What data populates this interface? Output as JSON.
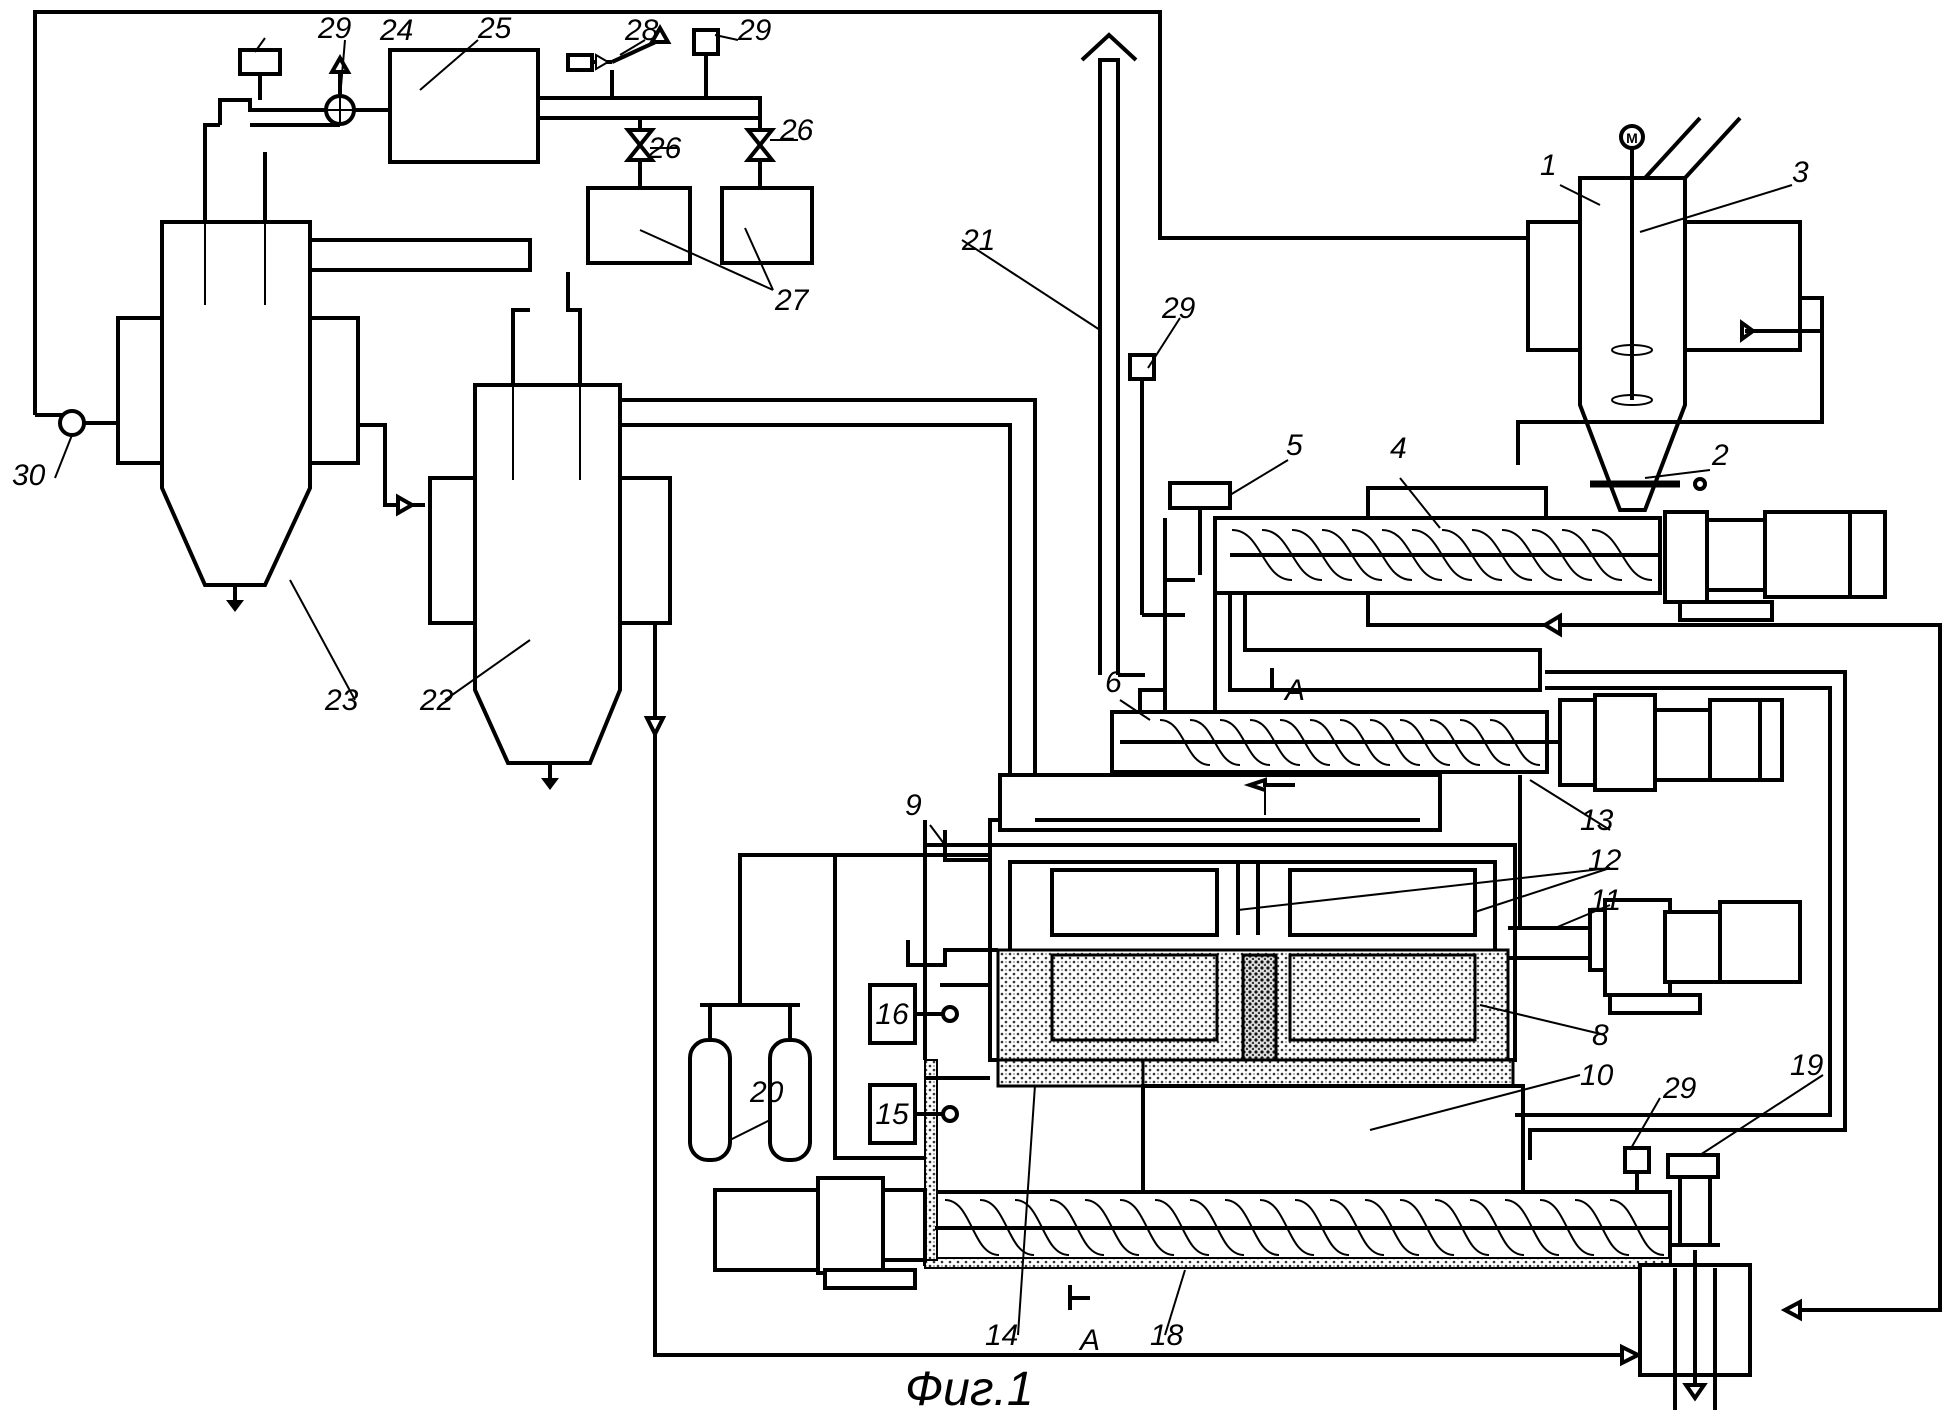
{
  "figure": {
    "caption": "Фиг.1",
    "labels": [
      "1",
      "2",
      "3",
      "4",
      "5",
      "6",
      "8",
      "9",
      "10",
      "11",
      "12",
      "13",
      "14",
      "15",
      "16",
      "18",
      "19",
      "20",
      "21",
      "22",
      "23",
      "24",
      "25",
      "26",
      "26",
      "27",
      "28",
      "29",
      "29",
      "29",
      "29",
      "30",
      "А",
      "А",
      "М"
    ]
  },
  "callouts": {
    "n1": "1",
    "n2": "2",
    "n3": "3",
    "n4": "4",
    "n5": "5",
    "n6": "6",
    "n8": "8",
    "n9": "9",
    "n10": "10",
    "n11": "11",
    "n12": "12",
    "n13": "13",
    "n14": "14",
    "n15": "15",
    "n16": "16",
    "n18": "18",
    "n19": "19",
    "n20": "20",
    "n21": "21",
    "n22": "22",
    "n23": "23",
    "n24": "24",
    "n25": "25",
    "n26a": "26",
    "n26b": "26",
    "n27": "27",
    "n28": "28",
    "n29a": "29",
    "n29b": "29",
    "n29c": "29",
    "n29d": "29",
    "n30": "30",
    "secA_top": "А",
    "secA_bot": "А",
    "motor": "М"
  }
}
